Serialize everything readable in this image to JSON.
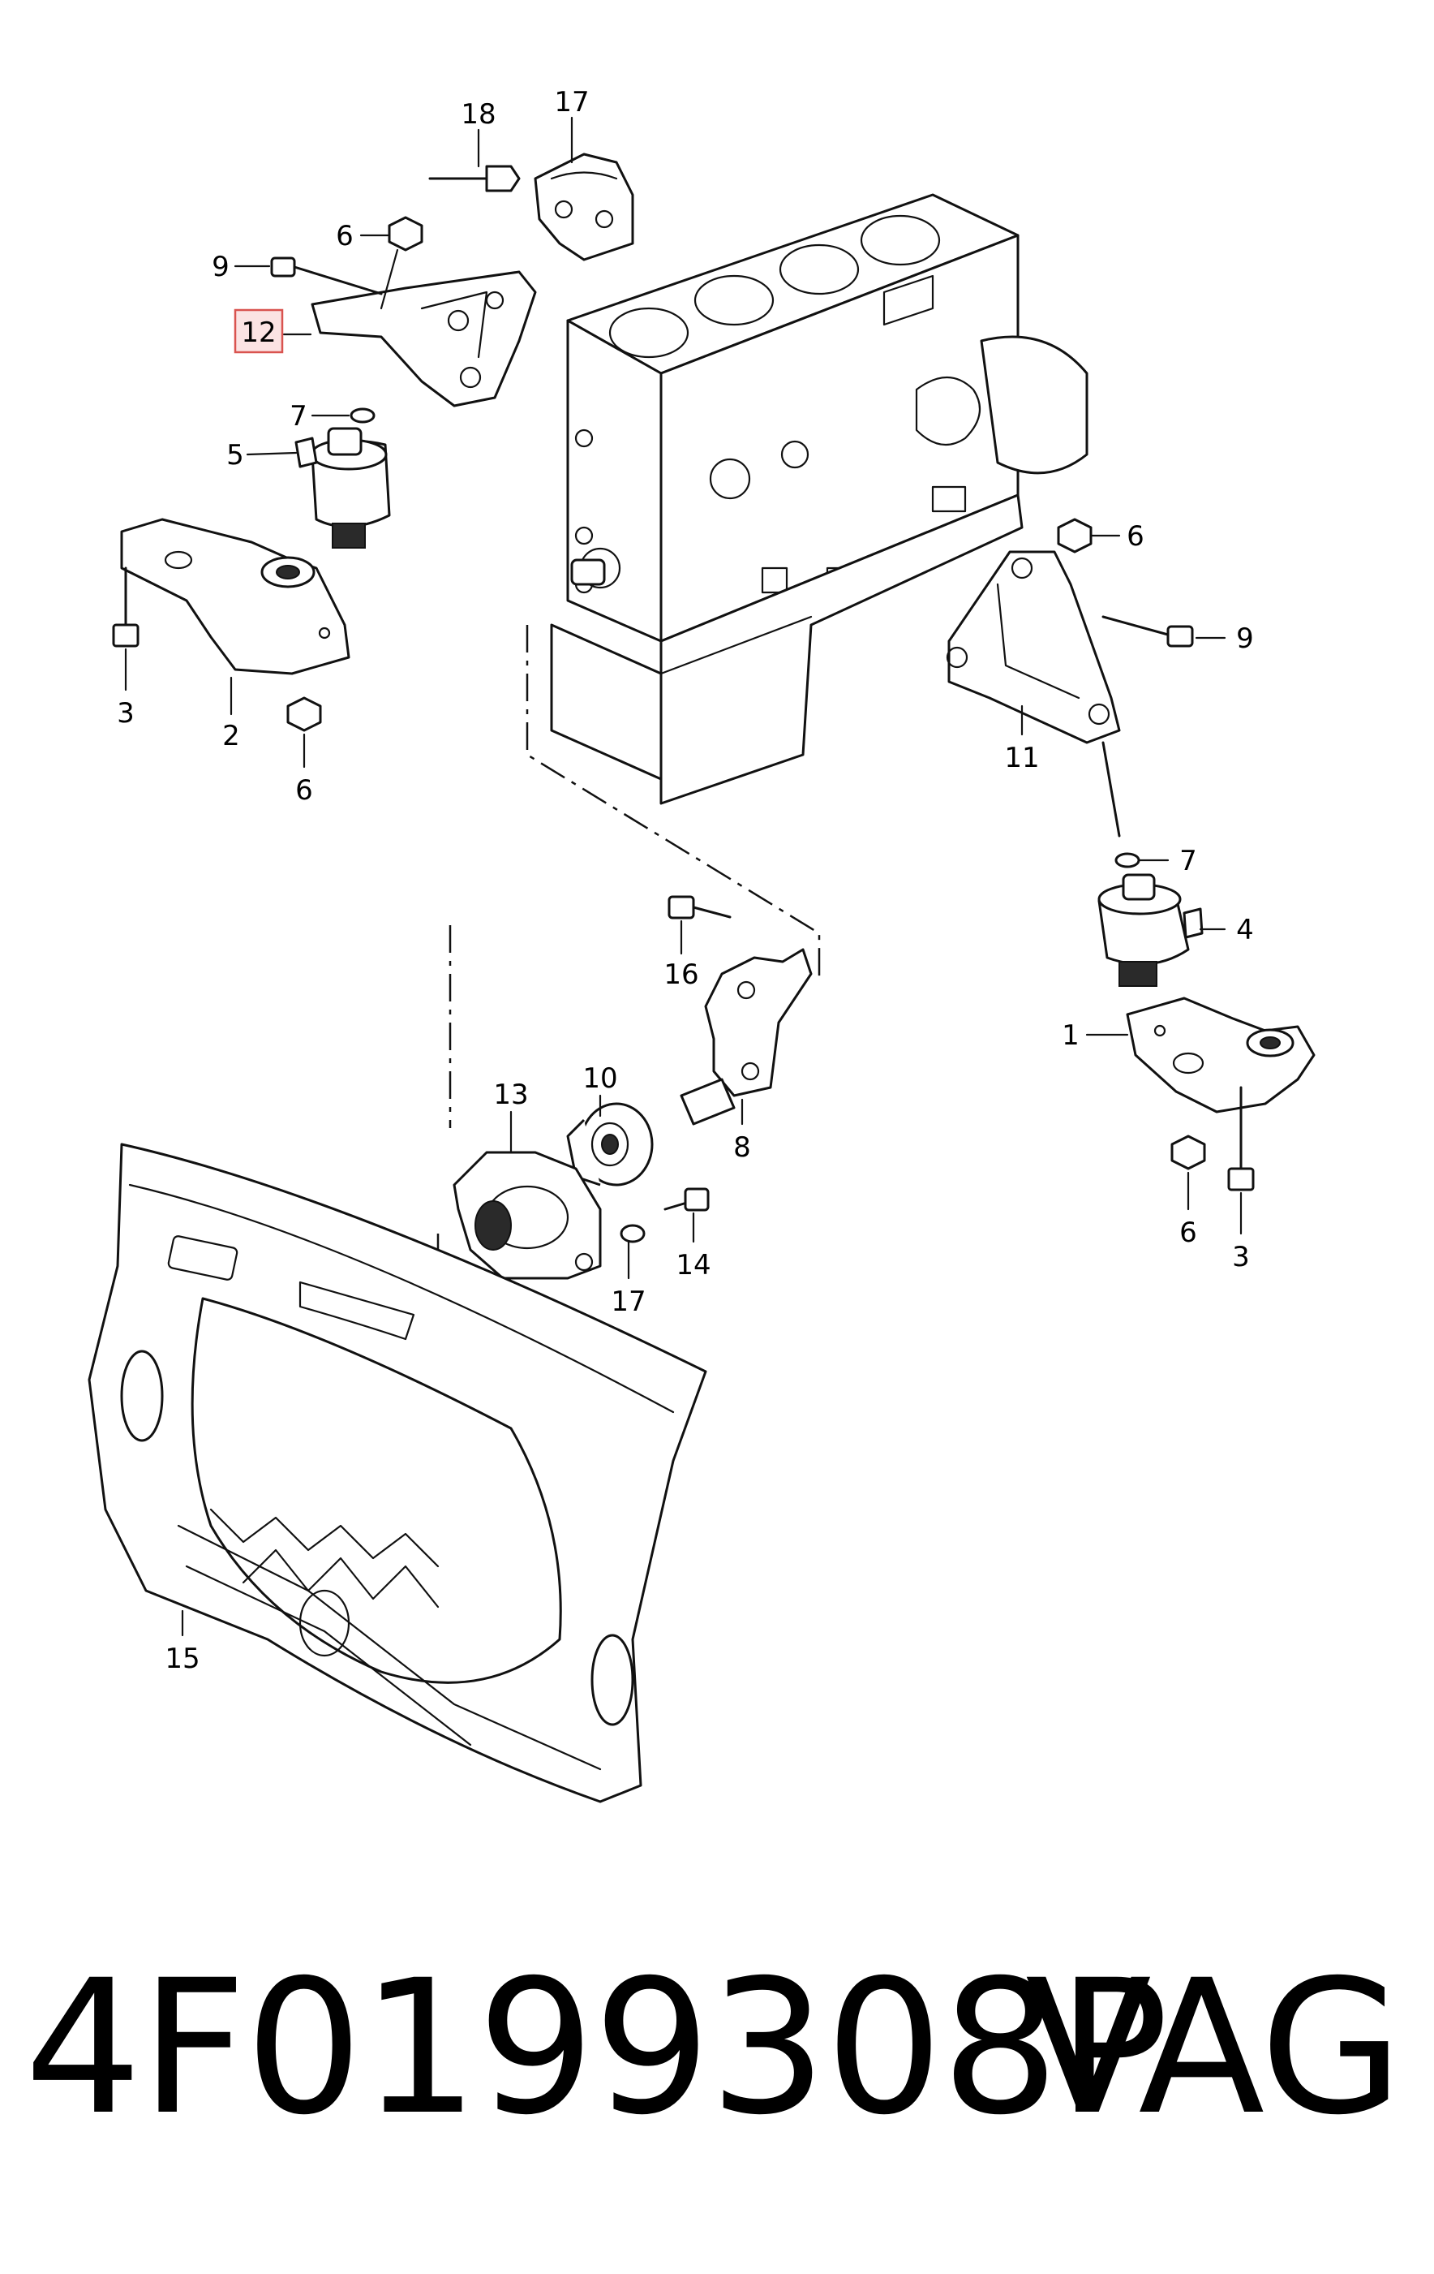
{
  "callouts": [
    {
      "id": "c18",
      "text": "18"
    },
    {
      "id": "c17a",
      "text": "17"
    },
    {
      "id": "c6a",
      "text": "6"
    },
    {
      "id": "c9a",
      "text": "9"
    },
    {
      "id": "c12",
      "text": "12"
    },
    {
      "id": "c7a",
      "text": "7"
    },
    {
      "id": "c5",
      "text": "5"
    },
    {
      "id": "c3a",
      "text": "3"
    },
    {
      "id": "c2",
      "text": "2"
    },
    {
      "id": "c6b",
      "text": "6"
    },
    {
      "id": "c6c",
      "text": "6"
    },
    {
      "id": "c9b",
      "text": "9"
    },
    {
      "id": "c11",
      "text": "11"
    },
    {
      "id": "c7b",
      "text": "7"
    },
    {
      "id": "c4",
      "text": "4"
    },
    {
      "id": "c1",
      "text": "1"
    },
    {
      "id": "c6d",
      "text": "6"
    },
    {
      "id": "c3b",
      "text": "3"
    },
    {
      "id": "c16",
      "text": "16"
    },
    {
      "id": "c13",
      "text": "13"
    },
    {
      "id": "c10",
      "text": "10"
    },
    {
      "id": "c8",
      "text": "8"
    },
    {
      "id": "c14",
      "text": "14"
    },
    {
      "id": "c17b",
      "text": "17"
    },
    {
      "id": "c15",
      "text": "15"
    }
  ],
  "highlight": {
    "callout": "12",
    "border_color": "#d9534f",
    "fill_color": "#fbe3e3"
  },
  "footer": {
    "part_number": "4F0199308P",
    "brand": "VAG"
  }
}
